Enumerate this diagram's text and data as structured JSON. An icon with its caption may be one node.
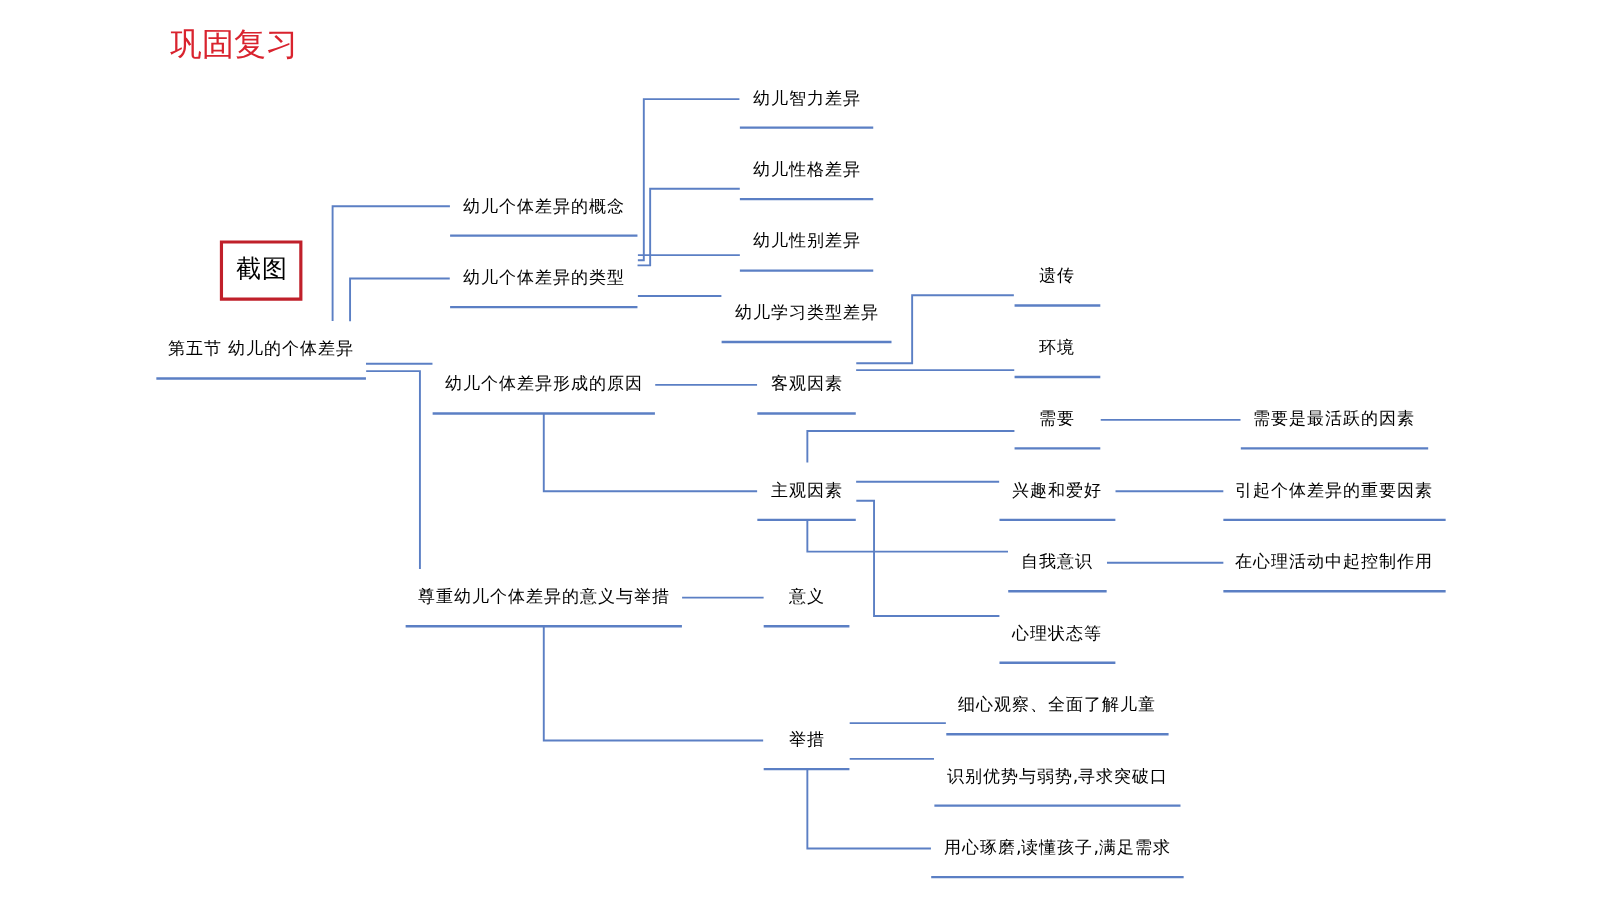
{
  "diagram": {
    "title": "巩固复习",
    "nodes": [
      {
        "text": [
          "第五节 幼儿的个体差异"
        ]
      },
      {
        "text": [
          "幼儿个体差异的概念"
        ]
      },
      {
        "text": [
          "幼儿个体差异的类型"
        ]
      },
      {
        "text": [
          "幼儿智力差异"
        ]
      },
      {
        "text": [
          "幼儿性格差异"
        ]
      },
      {
        "text": [
          "幼儿性别差异"
        ]
      },
      {
        "text": [
          "幼儿学习类型差异"
        ]
      },
      {
        "text": [
          "幼儿个体差异形成的原因"
        ]
      },
      {
        "text": [
          "客观因素"
        ]
      },
      {
        "text": [
          "遗传"
        ]
      },
      {
        "text": [
          "环境"
        ]
      },
      {
        "text": [
          "主观因素"
        ]
      },
      {
        "text": [
          "需要"
        ]
      },
      {
        "text": [
          "需要是最活跃的因素"
        ]
      },
      {
        "text": [
          "兴趣和爱好"
        ]
      },
      {
        "text": [
          "引起个体差异的重要因素"
        ]
      },
      {
        "text": [
          "自我意识"
        ]
      },
      {
        "text": [
          "在心理活动中起控制作用"
        ]
      },
      {
        "text": [
          "心理状态等"
        ]
      },
      {
        "text": [
          "尊重幼儿个体差异的意义与举措"
        ]
      },
      {
        "text": [
          "意义"
        ]
      },
      {
        "text": [
          "举措"
        ]
      },
      {
        "text": [
          "细心观察、全面了解儿童"
        ]
      },
      {
        "text": [
          "识别优势与弱势,寻求突破口"
        ]
      },
      {
        "text": [
          "用心琢磨,读懂孩子,满足需求"
        ]
      }
    ],
    "edges": [
      {
        "from": 0,
        "to": 1,
        "arrow": "none"
      },
      {
        "from": 0,
        "to": 2,
        "arrow": "none"
      },
      {
        "from": 2,
        "to": 3,
        "arrow": "none"
      },
      {
        "from": 2,
        "to": 4,
        "arrow": "none"
      },
      {
        "from": 2,
        "to": 5,
        "arrow": "none"
      },
      {
        "from": 2,
        "to": 6,
        "arrow": "none"
      },
      {
        "from": 0,
        "to": 7,
        "arrow": "none"
      },
      {
        "from": 7,
        "to": 8,
        "arrow": "none"
      },
      {
        "from": 8,
        "to": 9,
        "arrow": "none"
      },
      {
        "from": 8,
        "to": 10,
        "arrow": "none"
      },
      {
        "from": 7,
        "to": 11,
        "arrow": "none"
      },
      {
        "from": 11,
        "to": 12,
        "arrow": "none"
      },
      {
        "from": 12,
        "to": 13,
        "arrow": "none"
      },
      {
        "from": 11,
        "to": 14,
        "arrow": "none"
      },
      {
        "from": 14,
        "to": 15,
        "arrow": "none"
      },
      {
        "from": 11,
        "to": 16,
        "arrow": "none"
      },
      {
        "from": 16,
        "to": 17,
        "arrow": "none"
      },
      {
        "from": 11,
        "to": 18,
        "arrow": "none"
      },
      {
        "from": 0,
        "to": 19,
        "arrow": "none"
      },
      {
        "from": 19,
        "to": 20,
        "arrow": "none"
      },
      {
        "from": 19,
        "to": 21,
        "arrow": "none"
      },
      {
        "from": 21,
        "to": 22,
        "arrow": "none"
      },
      {
        "from": 21,
        "to": 23,
        "arrow": "none"
      },
      {
        "from": 21,
        "to": 24,
        "arrow": "none"
      }
    ],
    "labels": [
      "截图"
    ]
  }
}
